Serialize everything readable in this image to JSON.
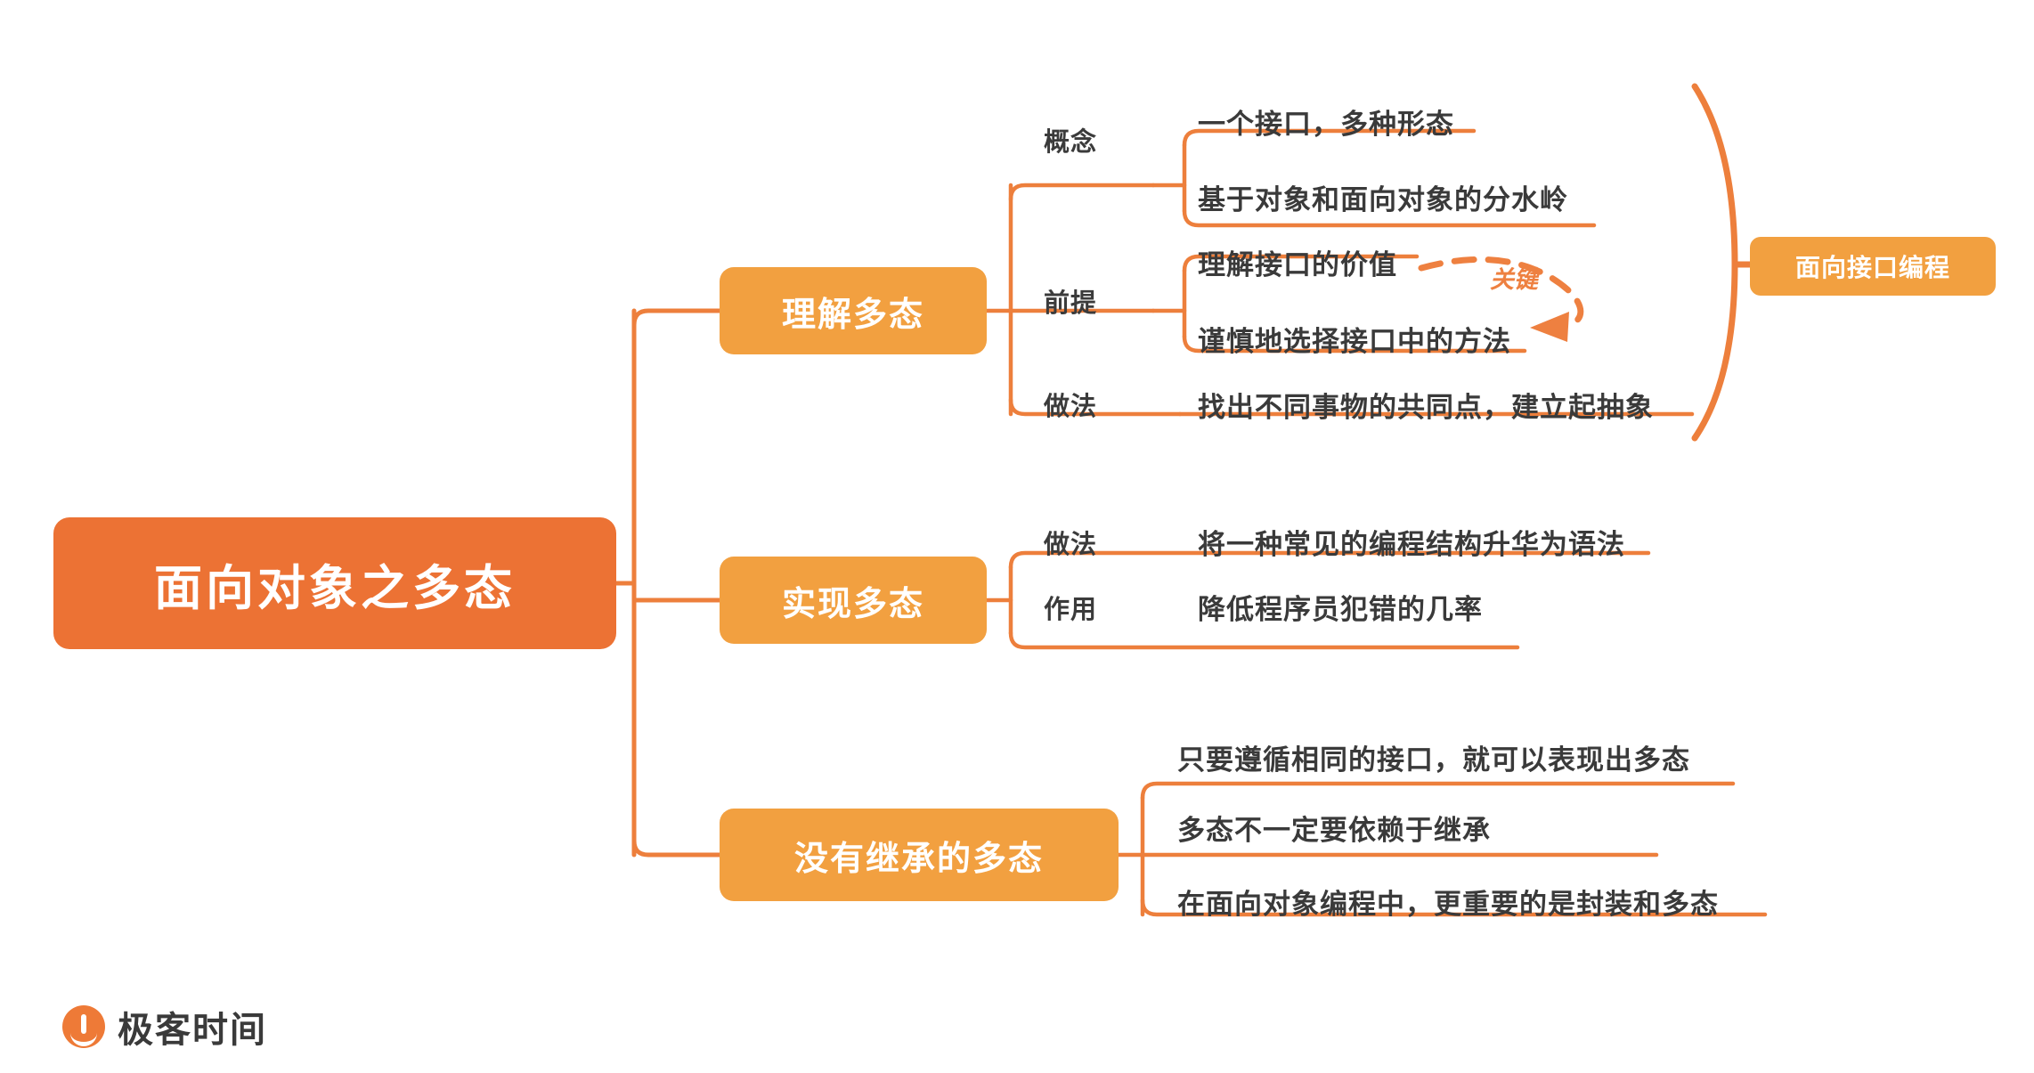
{
  "diagram": {
    "type": "mindmap",
    "title": "面向对象之多态",
    "root": {
      "label": "面向对象之多态"
    },
    "branches": [
      {
        "label": "理解多态",
        "groups": [
          {
            "label": "概念",
            "items": [
              "一个接口，多种形态",
              "基于对象和面向对象的分水岭"
            ]
          },
          {
            "label": "前提",
            "items": [
              "理解接口的价值",
              "谨慎地选择接口中的方法"
            ]
          },
          {
            "label": "做法",
            "items": [
              "找出不同事物的共同点，建立起抽象"
            ]
          }
        ]
      },
      {
        "label": "实现多态",
        "groups": [
          {
            "label": "做法",
            "items": [
              "将一种常见的编程结构升华为语法"
            ]
          },
          {
            "label": "作用",
            "items": [
              "降低程序员犯错的几率"
            ]
          }
        ]
      },
      {
        "label": "没有继承的多态",
        "groups": [
          {
            "label": "",
            "items": [
              "只要遵循相同的接口，就可以表现出多态",
              "多态不一定要依赖于继承",
              "在面向对象编程中，更重要的是封装和多态"
            ]
          }
        ]
      }
    ],
    "annotations": [
      {
        "name": "key",
        "text": "关键",
        "style": "dashed-curved-arrow"
      }
    ],
    "callout": {
      "label": "面向接口编程",
      "brace": "right-curly-brace"
    }
  },
  "logo": {
    "text": "极客时间"
  },
  "colors": {
    "root": "#EC7234",
    "branch": "#F2A040",
    "connector": "#ED7F3C",
    "text": "#3A3A3A",
    "accent": "#EE8040",
    "background": "#FFFFFF"
  }
}
